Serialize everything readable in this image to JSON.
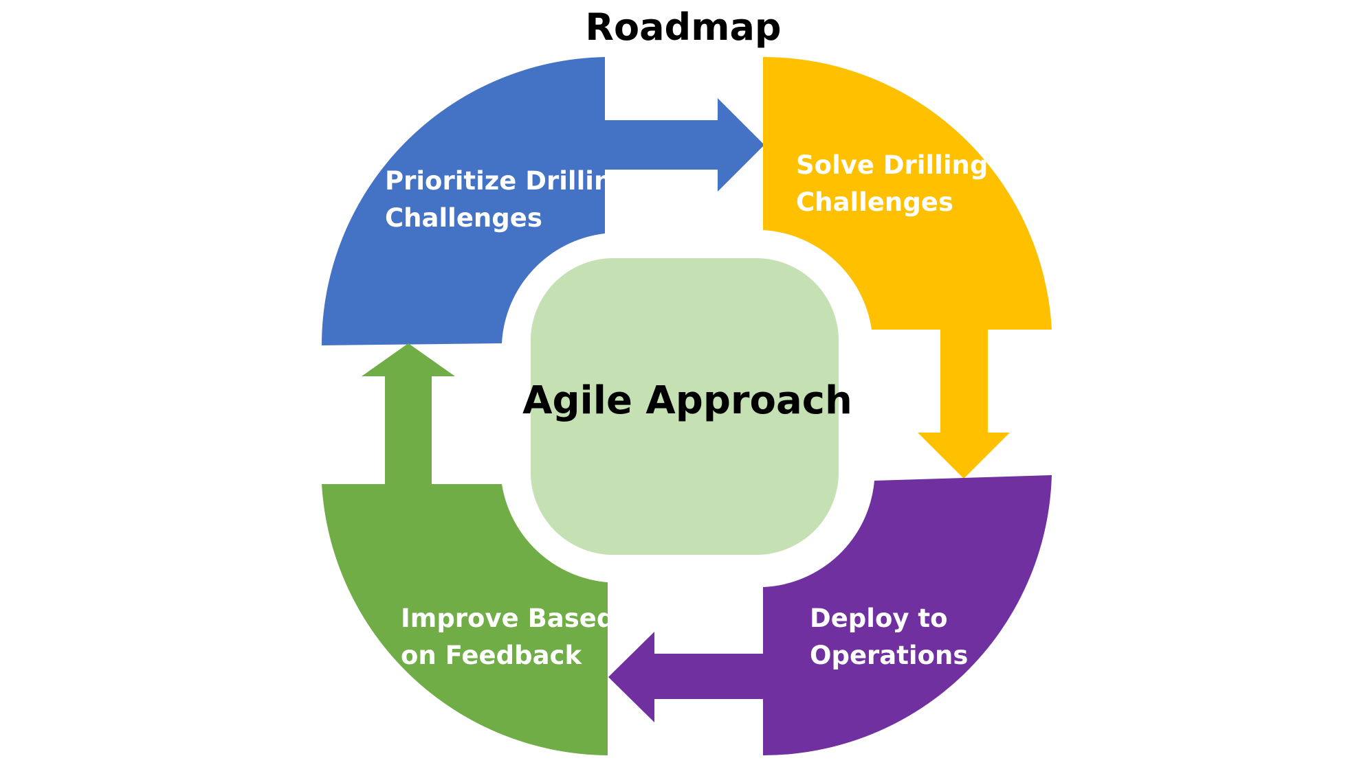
{
  "title": "Roadmap",
  "center": {
    "label": "Agile Approach",
    "color": "#c5e0b3"
  },
  "stages": [
    {
      "id": "prioritize",
      "lines": [
        "Prioritize Drilling",
        "Challenges"
      ],
      "color": "#4472c4"
    },
    {
      "id": "solve",
      "lines": [
        "Solve Drilling",
        "Challenges"
      ],
      "color": "#ffc000"
    },
    {
      "id": "deploy",
      "lines": [
        "Deploy to",
        "Operations"
      ],
      "color": "#7030a0"
    },
    {
      "id": "improve",
      "lines": [
        "Improve Based",
        "on Feedback"
      ],
      "color": "#70ad47"
    }
  ]
}
